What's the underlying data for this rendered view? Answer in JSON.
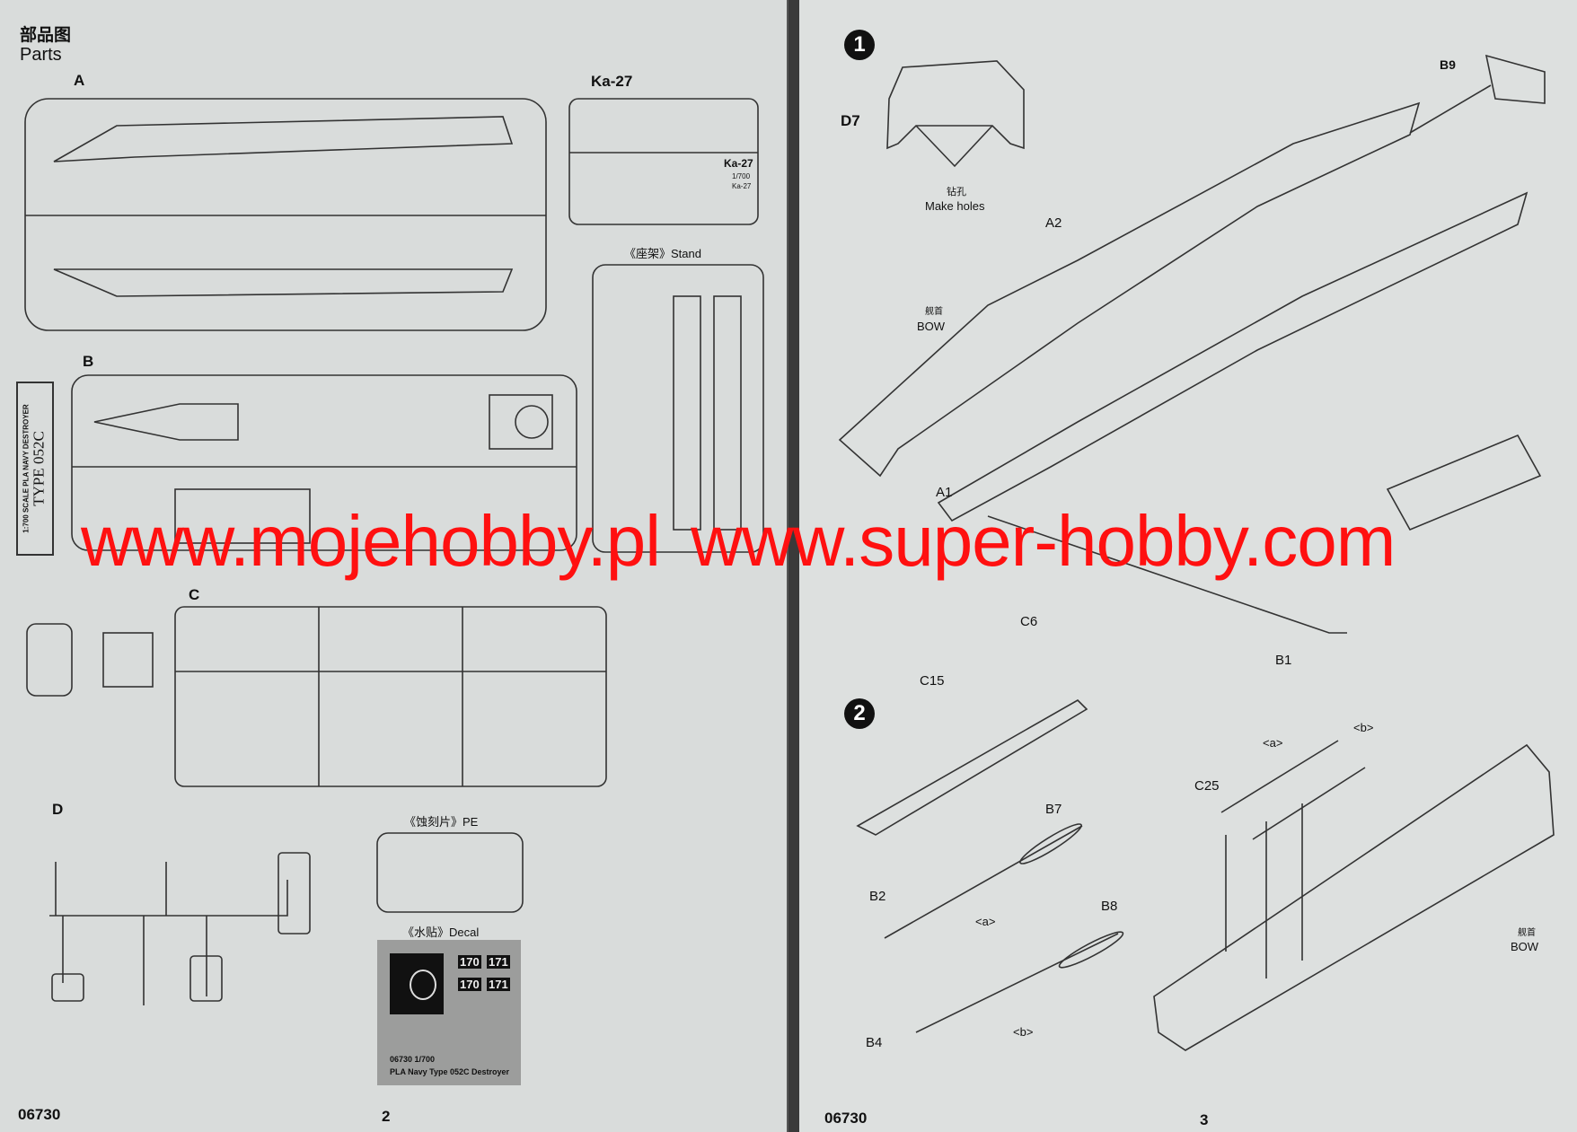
{
  "left_page": {
    "title_cn": "部品图",
    "title_en": "Parts",
    "sprues": {
      "a": "A",
      "ka27": "Ka-27",
      "ka27_tag": "Ka-27",
      "ka27_scale": "1/700",
      "ka27_sub": "Ka-27",
      "b": "B",
      "c": "C",
      "d": "D"
    },
    "stand_label": "《座架》Stand",
    "nameplate": {
      "line1": "1:700 SCALE PLA NAVY DESTROYER",
      "line2": "TYPE 052C"
    },
    "pe_label": "《蚀刻片》PE",
    "decal_label": "《水贴》Decal",
    "decal": {
      "numbers": [
        "170",
        "171",
        "170",
        "171"
      ],
      "code": "06730 1/700",
      "name": "PLA Navy Type 052C Destroyer"
    },
    "footer_code": "06730",
    "page_number": "2"
  },
  "right_page": {
    "step1": {
      "number": "1",
      "part_d7": "D7",
      "drill_cn": "钻孔",
      "drill_en": "Make holes",
      "part_b9": "B9",
      "part_a2": "A2",
      "part_a1": "A1",
      "part_b1": "B1",
      "bow_cn": "舰首",
      "bow_en": "BOW"
    },
    "step2": {
      "number": "2",
      "part_c6": "C6",
      "part_c15": "C15",
      "part_b7": "B7",
      "part_b2": "B2",
      "part_b8": "B8",
      "part_b4": "B4",
      "part_c25": "C25",
      "ref_a": "<a>",
      "ref_b": "<b>",
      "bow_cn": "舰首",
      "bow_en": "BOW"
    },
    "footer_code": "06730",
    "page_number": "3"
  },
  "watermark": [
    "www.mojehobby.pl",
    "www.super-hobby.com"
  ],
  "colors": {
    "paper": "#d9dcdb",
    "watermark": "#ff1010",
    "ink": "#111111"
  }
}
